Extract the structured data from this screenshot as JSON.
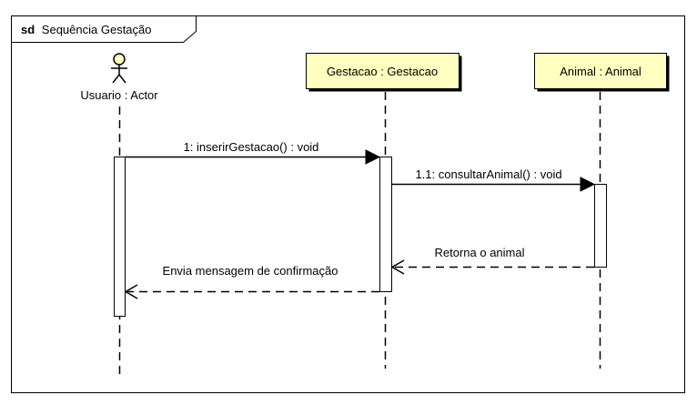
{
  "frame": {
    "keyword": "sd",
    "name": "Sequência Gestação"
  },
  "participants": [
    {
      "id": "actor",
      "label": "Usuario : Actor",
      "kind": "actor"
    },
    {
      "id": "gestacao",
      "label": "Gestacao : Gestacao",
      "kind": "object"
    },
    {
      "id": "animal",
      "label": "Animal : Animal",
      "kind": "object"
    }
  ],
  "messages": [
    {
      "id": "m1",
      "label": "1: inserirGestacao() : void",
      "kind": "sync"
    },
    {
      "id": "m2",
      "label": "1.1: consultarAnimal() : void",
      "kind": "sync"
    },
    {
      "id": "m3",
      "label": "Retorna o animal",
      "kind": "return"
    },
    {
      "id": "m4",
      "label": "Envia mensagem de confirmação",
      "kind": "return"
    }
  ],
  "colors": {
    "object_fill": "#FFFFC0",
    "line": "#000000",
    "background": "#FFFFFF",
    "activation_fill": "#FFFFFF"
  }
}
